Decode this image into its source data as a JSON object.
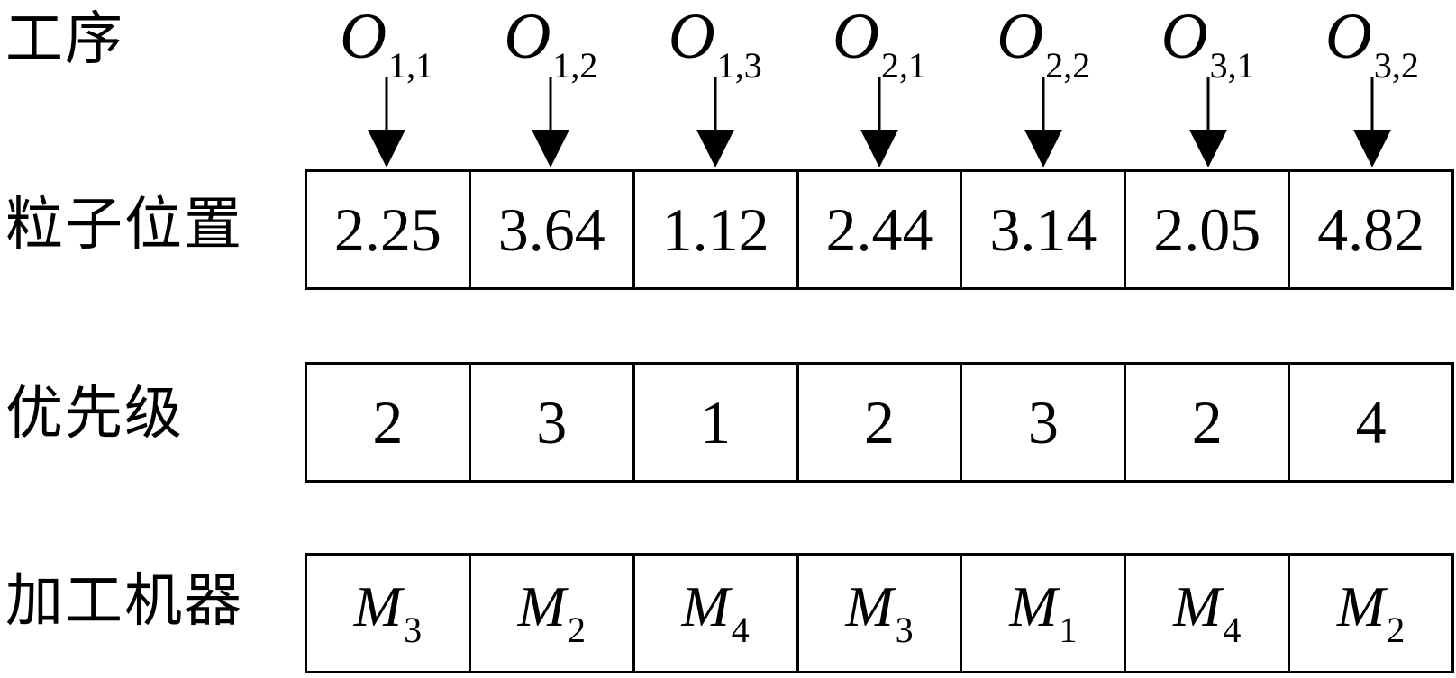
{
  "labels": {
    "operations": "工序",
    "particle_position": "粒子位置",
    "priority": "优先级",
    "machine": "加工机器"
  },
  "operations": [
    {
      "symbol": "O",
      "sub": "1,1"
    },
    {
      "symbol": "O",
      "sub": "1,2"
    },
    {
      "symbol": "O",
      "sub": "1,3"
    },
    {
      "symbol": "O",
      "sub": "2,1"
    },
    {
      "symbol": "O",
      "sub": "2,2"
    },
    {
      "symbol": "O",
      "sub": "3,1"
    },
    {
      "symbol": "O",
      "sub": "3,2"
    }
  ],
  "positions": [
    "2.25",
    "3.64",
    "1.12",
    "2.44",
    "3.14",
    "2.05",
    "4.82"
  ],
  "priorities": [
    "2",
    "3",
    "1",
    "2",
    "3",
    "2",
    "4"
  ],
  "machines": [
    {
      "symbol": "M",
      "sub": "3"
    },
    {
      "symbol": "M",
      "sub": "2"
    },
    {
      "symbol": "M",
      "sub": "4"
    },
    {
      "symbol": "M",
      "sub": "3"
    },
    {
      "symbol": "M",
      "sub": "1"
    },
    {
      "symbol": "M",
      "sub": "4"
    },
    {
      "symbol": "M",
      "sub": "2"
    }
  ]
}
